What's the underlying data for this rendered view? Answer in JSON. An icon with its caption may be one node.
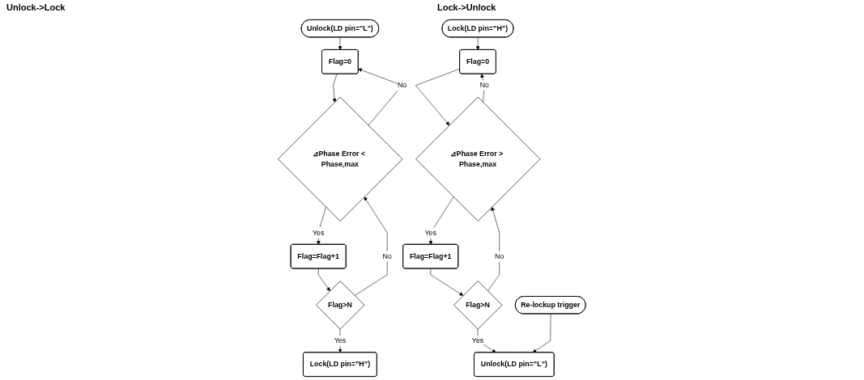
{
  "diagram": {
    "nodes": [
      {
        "text": [
          "Unlock(LD pin=\"L\")"
        ]
      },
      {
        "text": [
          "Flag=0"
        ]
      },
      {
        "text": [
          "⊿Phase Error < Phase,max"
        ]
      },
      {
        "text": [
          "Flag=Flag+1"
        ]
      },
      {
        "text": [
          "Flag>N"
        ]
      },
      {
        "text": [
          "Lock(LD pin=”H”)"
        ]
      },
      {
        "text": [
          "Lock(LD pin=”H”)"
        ]
      },
      {
        "text": [
          "Re-lockup trigger"
        ]
      },
      {
        "text": [
          "Flag=0"
        ]
      },
      {
        "text": [
          "⊿Phase Error > Phase,max"
        ]
      },
      {
        "text": [
          "Flag=Flag+1"
        ]
      },
      {
        "text": [
          "Flag>N"
        ]
      },
      {
        "text": [
          "Unlock(LD pin=”L”)"
        ]
      }
    ],
    "edges": [
      {
        "from": 0,
        "to": 1,
        "arrow": "to"
      },
      {
        "from": 1,
        "to": 2,
        "arrow": "to"
      },
      {
        "from": 2,
        "to": 1,
        "arrow": "to",
        "label": "No"
      },
      {
        "from": 2,
        "to": 3,
        "arrow": "to",
        "label": "Yes"
      },
      {
        "from": 3,
        "to": 4,
        "arrow": "to"
      },
      {
        "from": 4,
        "to": 2,
        "arrow": "to",
        "label": "No"
      },
      {
        "from": 4,
        "to": 5,
        "arrow": "to",
        "label": "Yes"
      },
      {
        "from": 6,
        "to": 8,
        "arrow": "to"
      },
      {
        "from": 8,
        "to": 9,
        "arrow": "to"
      },
      {
        "from": 9,
        "to": 8,
        "arrow": "to",
        "label": "No"
      },
      {
        "from": 9,
        "to": 10,
        "arrow": "to",
        "label": "Yes"
      },
      {
        "from": 10,
        "to": 11,
        "arrow": "to"
      },
      {
        "from": 11,
        "to": 9,
        "arrow": "to",
        "label": "No"
      },
      {
        "from": 11,
        "to": 12,
        "arrow": "to",
        "label": "Yes"
      },
      {
        "from": 7,
        "to": 12,
        "arrow": "to"
      }
    ],
    "labels": [
      "Unlock->Lock",
      "Lock->Unlock"
    ]
  }
}
